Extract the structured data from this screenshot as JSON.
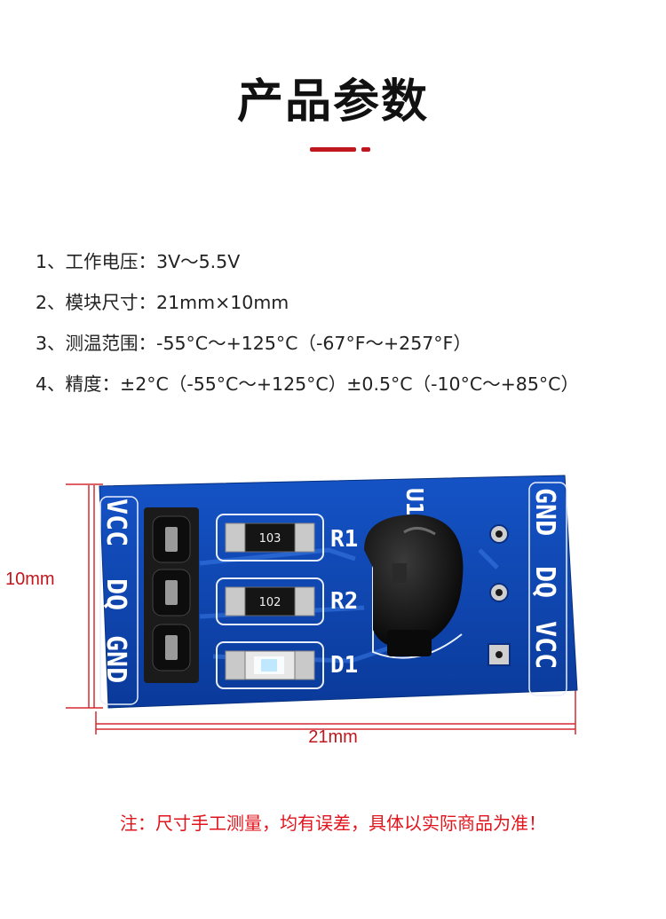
{
  "title": "产品参数",
  "params": [
    "1、工作电压：3V～5.5V",
    "2、模块尺寸：21mm×10mm",
    "3、测温范围：-55°C～+125°C（-67°F～+257°F）",
    "4、精度：±2°C（-55°C～+125°C）±0.5°C（-10°C～+85°C）"
  ],
  "board": {
    "left_pins": [
      "VCC",
      "DQ",
      "GND"
    ],
    "right_pins": [
      "GND",
      "DQ",
      "VCC"
    ],
    "resistors": [
      {
        "code": "103",
        "ref": "R1"
      },
      {
        "code": "102",
        "ref": "R2"
      }
    ],
    "led_ref": "D1",
    "sensor_ref": "U1"
  },
  "dimensions": {
    "height": "10mm",
    "width": "21mm"
  },
  "note": "注：尺寸手工测量，均有误差，具体以实际商品为准！",
  "colors": {
    "accent": "#c0171e",
    "pcb": "#0a3fa8",
    "note": "#e0141c"
  }
}
